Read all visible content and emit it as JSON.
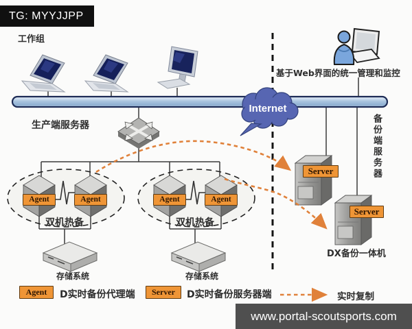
{
  "watermarks": {
    "top": "TG: MYYJJPP",
    "bottom": "www.portal-scoutsports.com"
  },
  "labels": {
    "workgroup": "工作组",
    "production_servers": "生产端服务器",
    "internet": "Internet",
    "web_management": "基于Web界面的统一管理和监控",
    "backup_servers_vertical": "备份端服务器",
    "dual_hot_standby": "双机热备",
    "storage_system": "存储系统",
    "dx_appliance": "DX备份一体机",
    "agent": "Agent",
    "server": "Server"
  },
  "legend": {
    "agent_chip": "Agent",
    "agent_desc": "D实时备份代理端",
    "server_chip": "Server",
    "server_desc": "D实时备份服务器端",
    "realtime_copy": "实时复制"
  },
  "colors": {
    "accent_orange": "#ef9536",
    "chip_border": "#5d3a11",
    "arrow_orange": "#e0813a",
    "bus_fill": "#a9c3de",
    "bus_border": "#1d2b55",
    "cloud_blue": "#5766b2",
    "person_blue": "#7aa6dc",
    "watermark_top_bg": "#101010",
    "watermark_bottom_bg": "#4f4f4f"
  }
}
